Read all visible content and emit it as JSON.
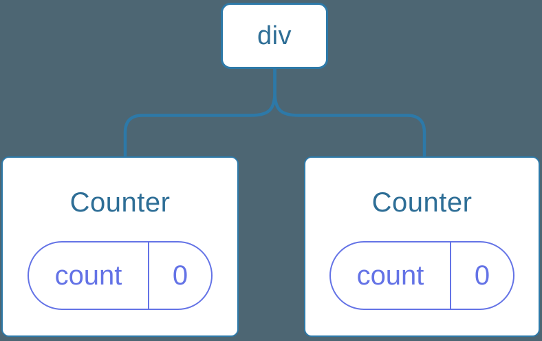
{
  "diagram": {
    "description": "React component tree diagram: a div root element with two Counter component children, each holding a count state of 0",
    "colors": {
      "background": "#4D6673",
      "steel": "#2D79A8",
      "text_blue": "#2E6E96",
      "purple": "#6473E6",
      "card_bg": "#FFFFFF"
    },
    "root": {
      "label": "div"
    },
    "children": [
      {
        "title": "Counter",
        "state": {
          "key": "count",
          "value": "0"
        }
      },
      {
        "title": "Counter",
        "state": {
          "key": "count",
          "value": "0"
        }
      }
    ]
  }
}
